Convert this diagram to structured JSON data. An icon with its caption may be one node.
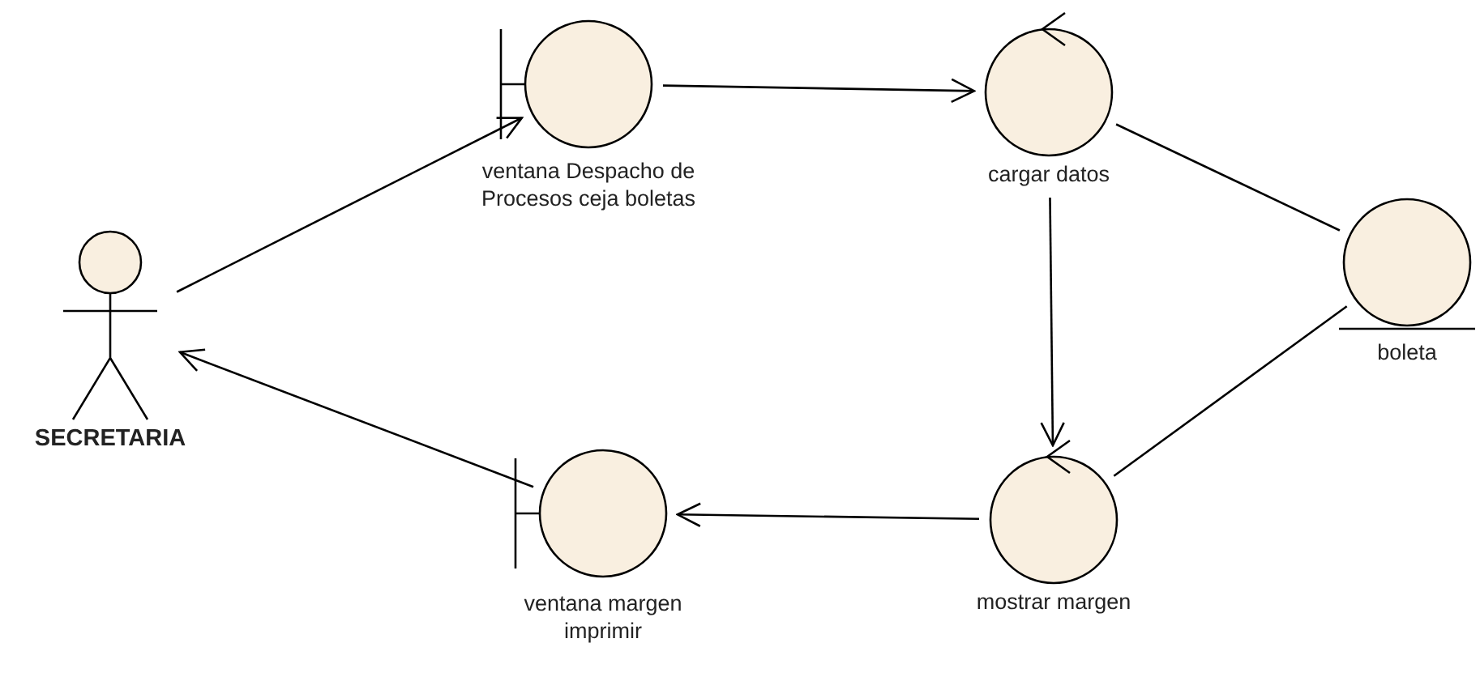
{
  "diagram": {
    "nodes": [
      {
        "text": [
          "SECRETARIA"
        ]
      },
      {
        "text": [
          "ventana Despacho de Procesos ceja boletas"
        ]
      },
      {
        "text": [
          "cargar datos"
        ]
      },
      {
        "text": [
          "boleta"
        ]
      },
      {
        "text": [
          "ventana margen imprimir"
        ]
      },
      {
        "text": [
          "mostrar margen"
        ]
      }
    ],
    "edges": [
      {
        "from": 0,
        "to": 1,
        "arrow": "to"
      },
      {
        "from": 1,
        "to": 2,
        "arrow": "to"
      },
      {
        "from": 2,
        "to": 3,
        "arrow": "none"
      },
      {
        "from": 2,
        "to": 5,
        "arrow": "to"
      },
      {
        "from": 3,
        "to": 5,
        "arrow": "none"
      },
      {
        "from": 5,
        "to": 4,
        "arrow": "to"
      },
      {
        "from": 4,
        "to": 0,
        "arrow": "to"
      }
    ]
  }
}
